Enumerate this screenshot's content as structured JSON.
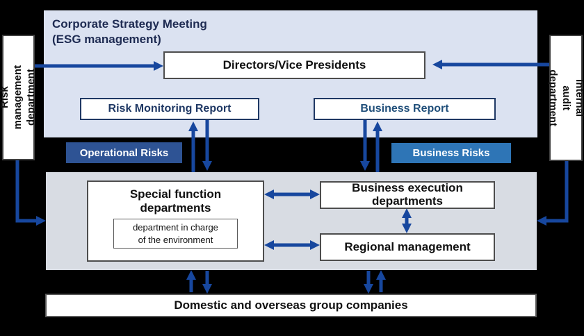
{
  "colors": {
    "background": "#000000",
    "top_panel_bg": "#dbe2f1",
    "mid_panel_bg": "#d8dce3",
    "arrow_blue": "#17479e",
    "operational_risks_bg": "#2e5394",
    "business_risks_bg": "#2e75b6",
    "report_border": "#1f3864",
    "risk_report_text": "#1f3864",
    "business_report_text": "#1f4e79",
    "box_border": "#4d4d4d",
    "title_text": "#1e2b52"
  },
  "top_panel": {
    "title": "Corporate Strategy Meeting\n(ESG management)",
    "directors": "Directors/Vice Presidents",
    "risk_monitoring_report": "Risk Monitoring Report",
    "business_report": "Business Report"
  },
  "side": {
    "risk_management": "Risk management\ndepartment",
    "internal_audit": "Internal audit\ndepartment"
  },
  "risk_labels": {
    "operational": "Operational Risks",
    "business": "Business Risks"
  },
  "execution_panel": {
    "special_function": "Special function\ndepartments",
    "env_department": "department in charge\nof the environment",
    "business_execution": "Business execution\ndepartments",
    "regional_management": "Regional management"
  },
  "bottom": {
    "group_companies": "Domestic and overseas group companies"
  }
}
